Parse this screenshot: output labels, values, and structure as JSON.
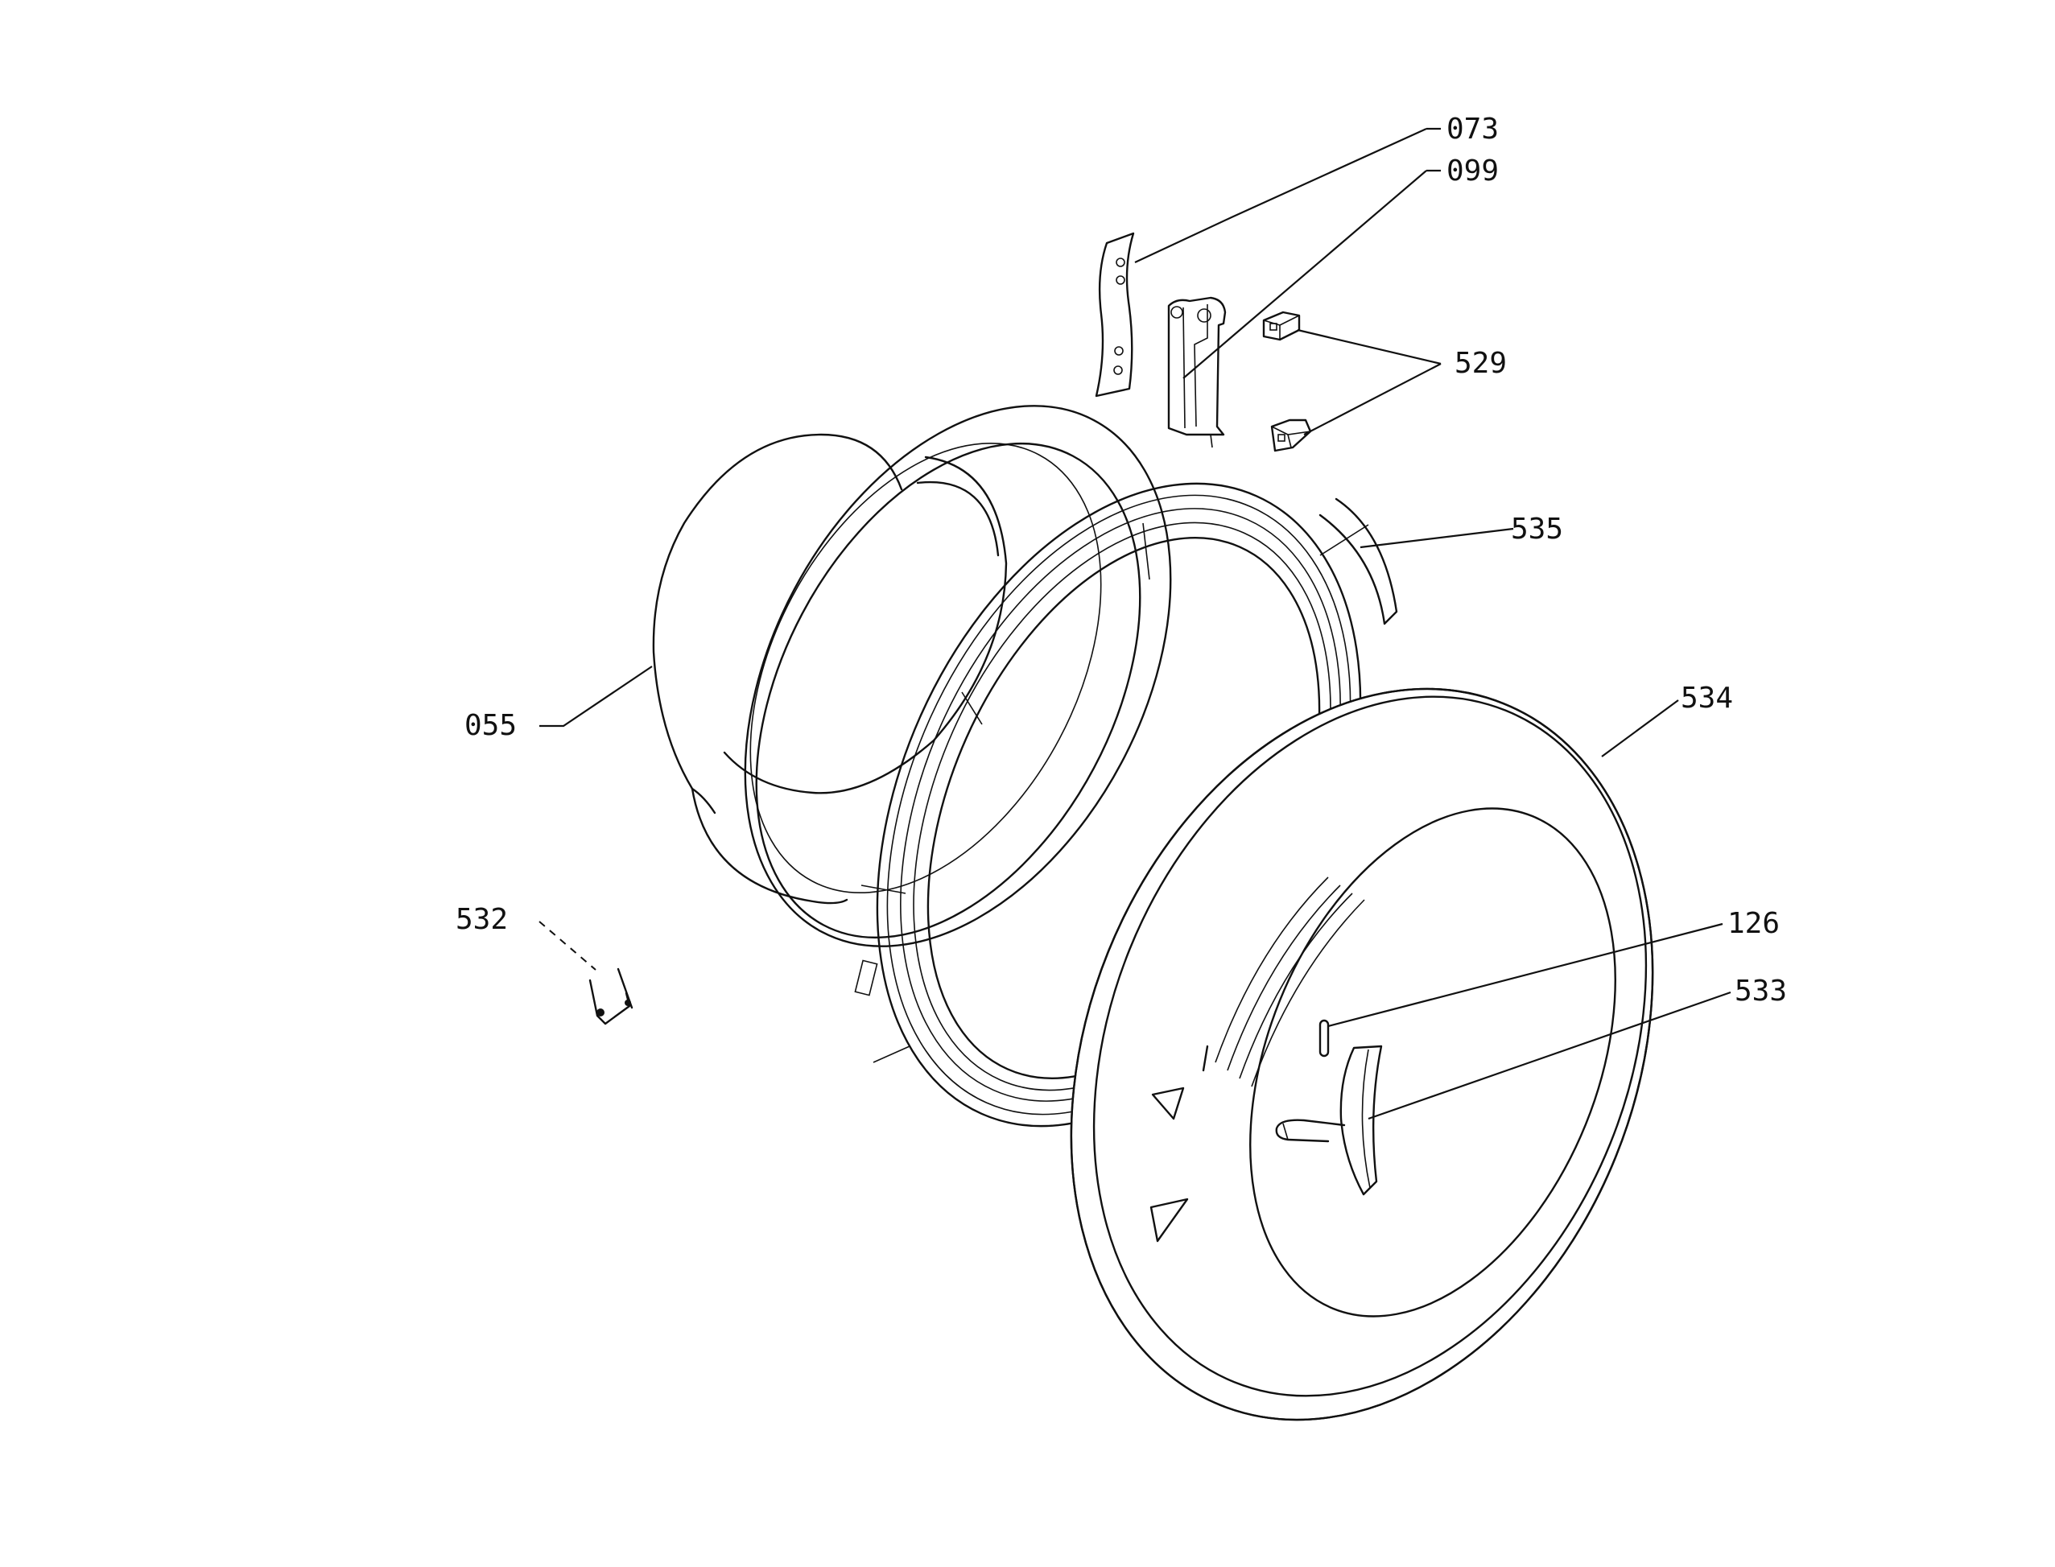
{
  "labels": {
    "p073": "073",
    "p099": "099",
    "p529": "529",
    "p535": "535",
    "p055": "055",
    "p534": "534",
    "p532": "532",
    "p126": "126",
    "p533": "533"
  }
}
